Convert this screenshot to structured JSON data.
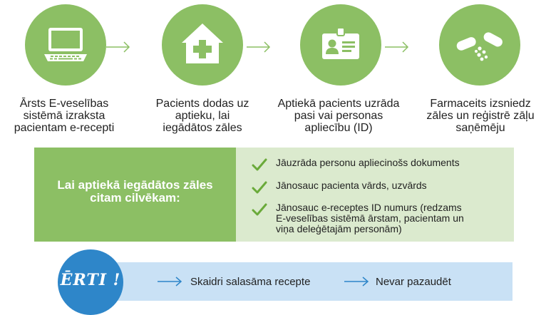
{
  "steps": [
    {
      "icon": "laptop-icon",
      "lines": [
        "Ārsts E-veselības",
        "sistēmā izraksta",
        "pacientam e-recepti"
      ]
    },
    {
      "icon": "house-cross-icon",
      "lines": [
        "Pacients dodas uz",
        "aptieku, lai",
        "iegādātos zāles"
      ]
    },
    {
      "icon": "id-card-icon",
      "lines": [
        "Aptiekā pacients uzrāda",
        "pasi vai personas",
        "apliecību (ID)"
      ]
    },
    {
      "icon": "pills-icon",
      "lines": [
        "Farmaceits izsniedz",
        "zāles un reģistrē zāļu",
        "saņēmēju"
      ]
    }
  ],
  "requirements": {
    "title_lines": [
      "Lai aptiekā iegādātos zāles",
      "citam cilvēkam:"
    ],
    "items": [
      {
        "lines": [
          "Jāuzrāda personu apliecinošs dokuments"
        ]
      },
      {
        "lines": [
          "Jānosauc pacienta vārds, uzvārds"
        ]
      },
      {
        "lines": [
          "Jānosauc e-receptes ID numurs (redzams",
          "E-veselības sistēmā ārstam, pacientam un",
          "viņa deleģētajām personām)"
        ]
      }
    ]
  },
  "benefits": {
    "badge": "ĒRTI !",
    "items": [
      "Skaidri salasāma recepte",
      "Nevar pazaudēt"
    ]
  },
  "colors": {
    "green": "#8cbf64",
    "light_green": "#dbeace",
    "check_green": "#6aaa3a",
    "blue": "#2e86c9",
    "light_blue": "#c9e1f5"
  }
}
